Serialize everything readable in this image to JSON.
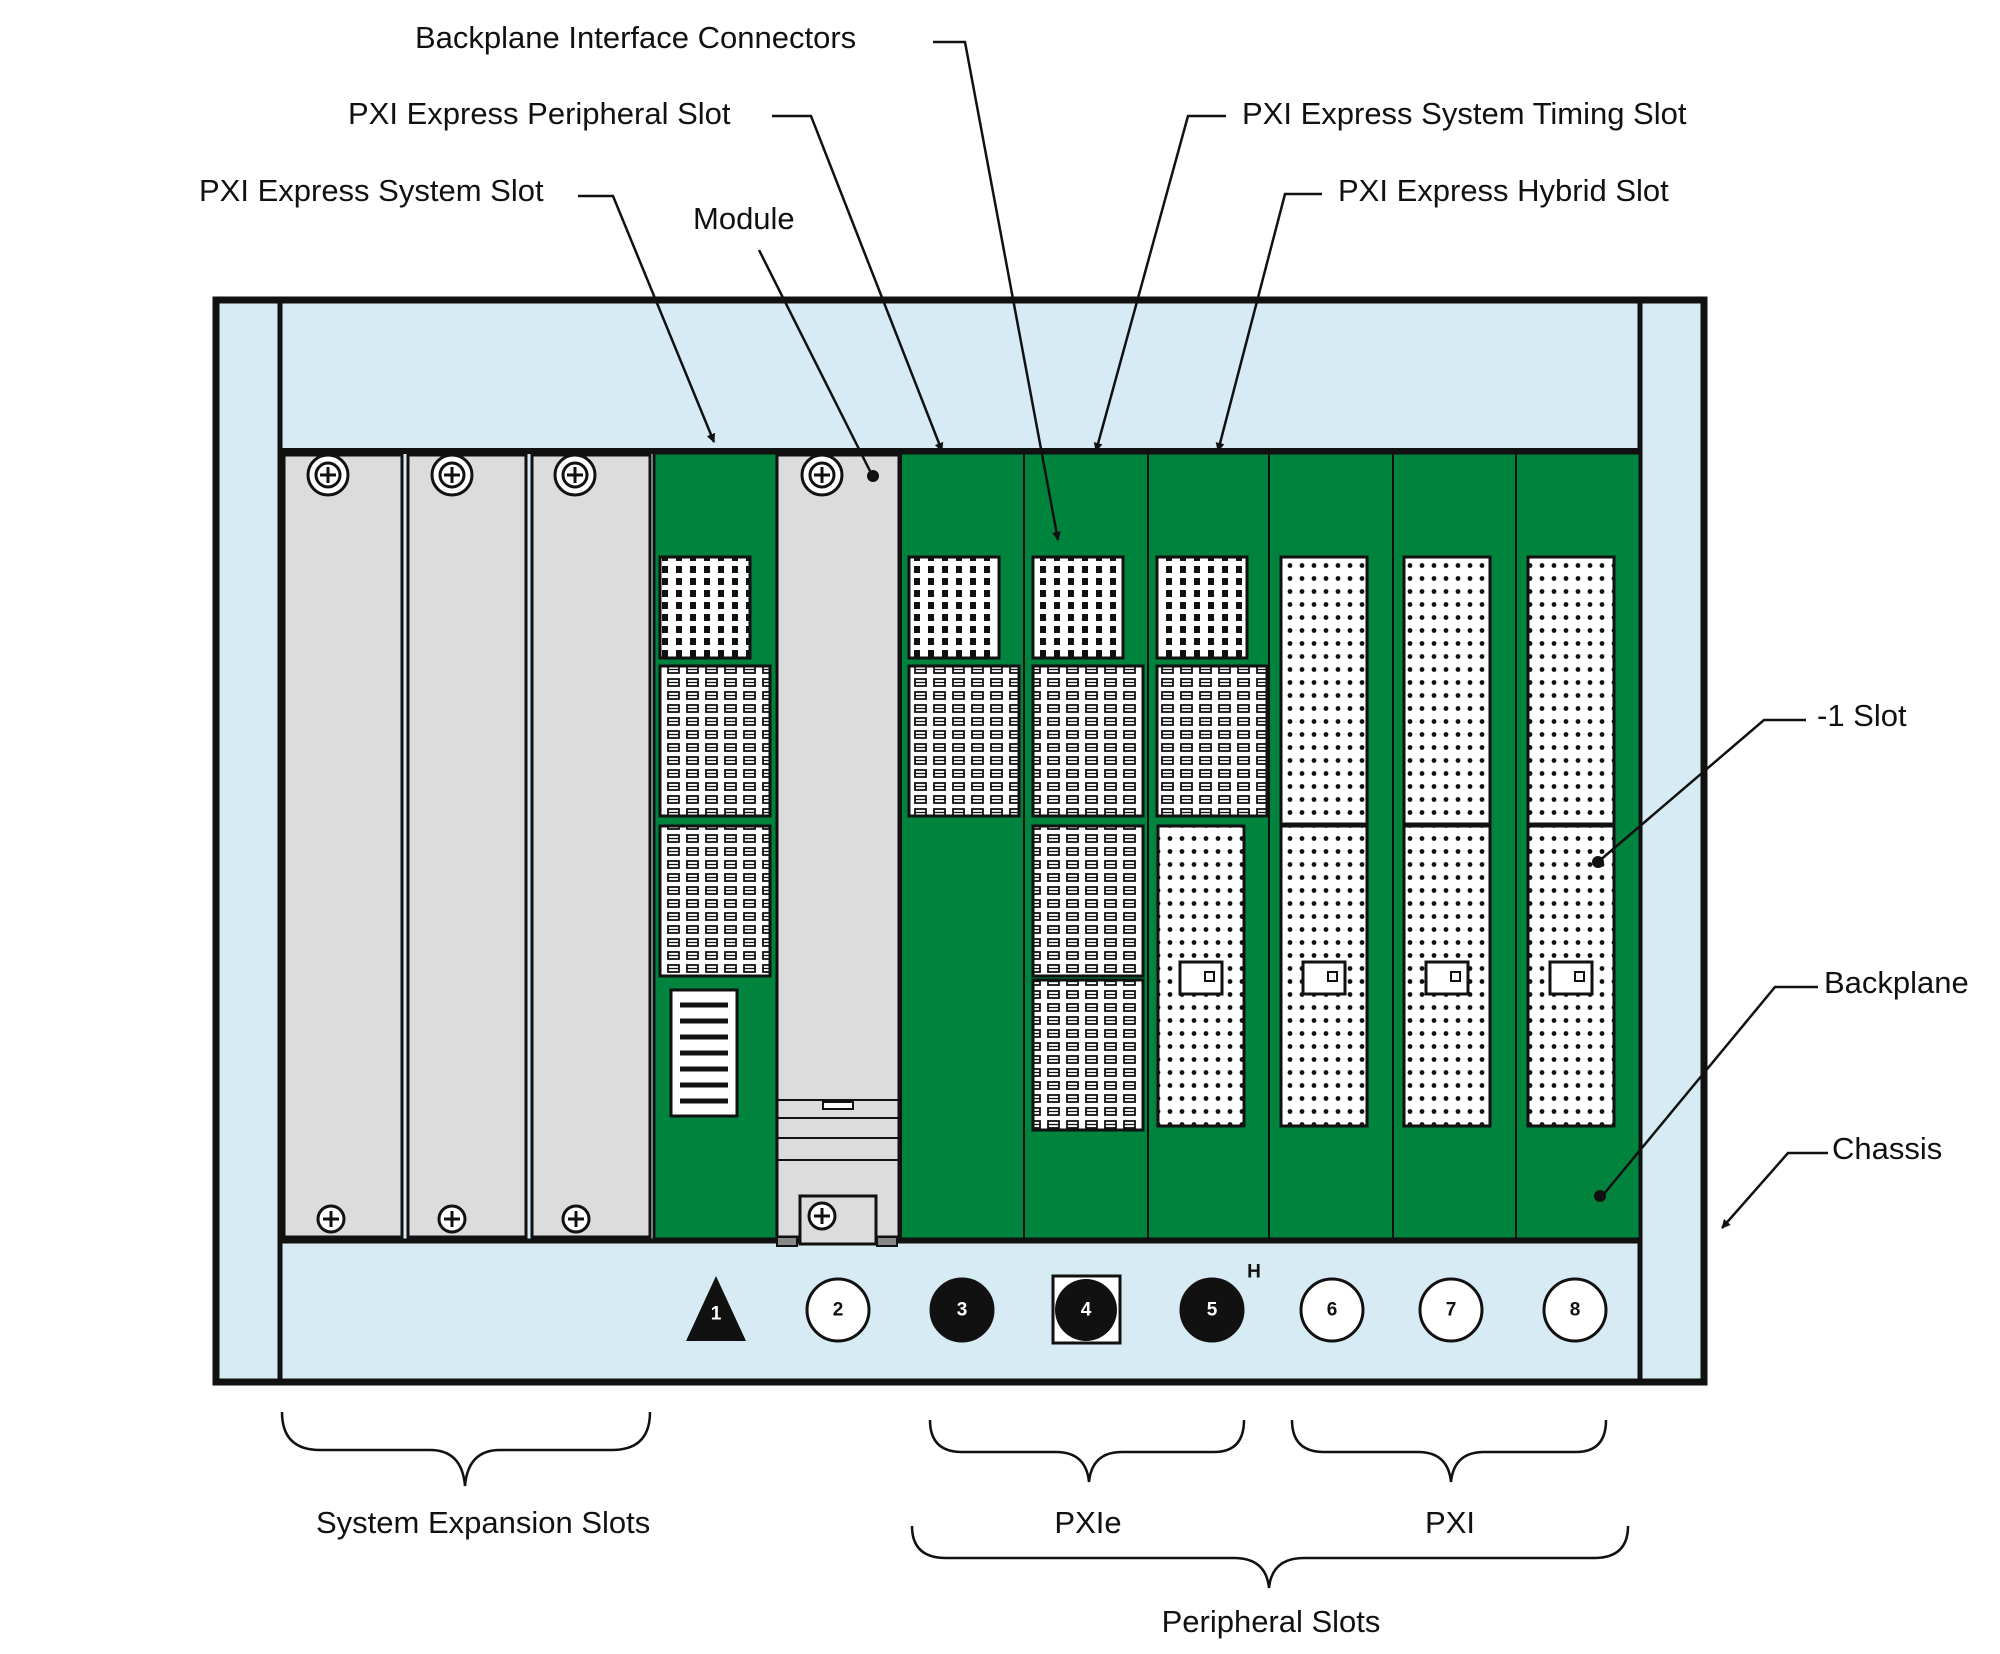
{
  "labels": {
    "backplane_interface_connectors": "Backplane Interface Connectors",
    "pxi_express_peripheral_slot": "PXI Express Peripheral Slot",
    "pxi_express_system_slot": "PXI Express System Slot",
    "module": "Module",
    "pxi_express_system_timing_slot": "PXI Express System Timing Slot",
    "pxi_express_hybrid_slot": "PXI Express Hybrid Slot",
    "minus_one_slot": "-1 Slot",
    "backplane": "Backplane",
    "chassis": "Chassis"
  },
  "groups": {
    "system_expansion": "System Expansion Slots",
    "pxie": "PXIe",
    "pxi": "PXI",
    "peripheral": "Peripheral Slots"
  },
  "slot_badges": [
    "1",
    "2",
    "3",
    "4",
    "5",
    "6",
    "7",
    "8"
  ],
  "hybrid_marker": "H",
  "colors": {
    "frame": "#d6ebf4",
    "backplane_green": "#00843d",
    "module_gray": "#dcdcdc",
    "outline": "#111111"
  }
}
